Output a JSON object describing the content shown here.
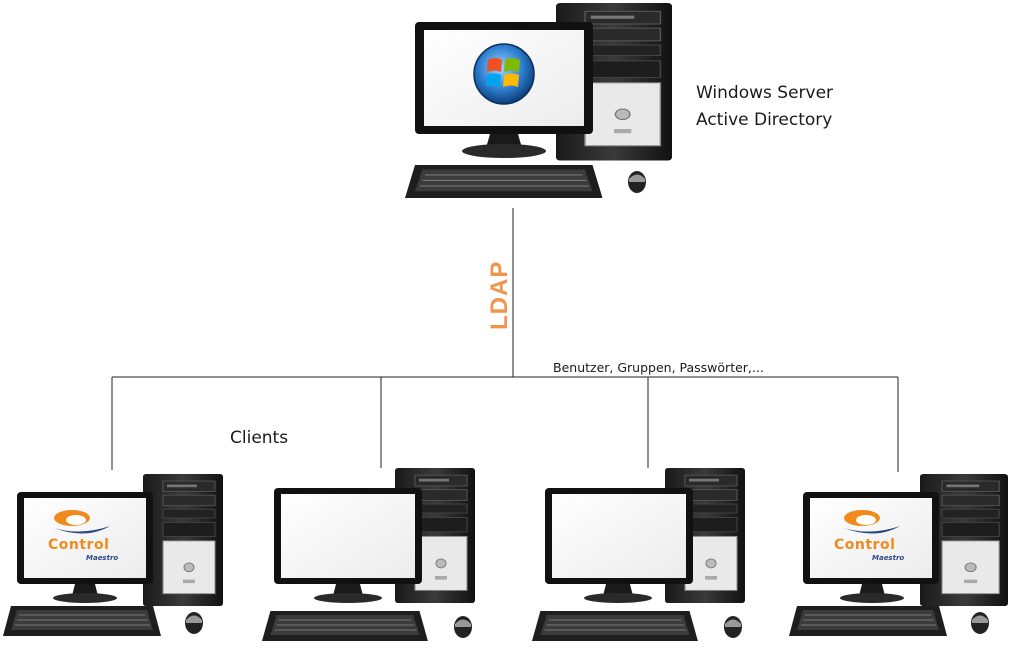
{
  "server": {
    "label_line1": "Windows Server",
    "label_line2": "Active Directory",
    "screen_icon": "windows-logo-icon"
  },
  "connection": {
    "protocol": "LDAP",
    "data_label": "Benutzer, Gruppen, Passwörter,..."
  },
  "clients": {
    "label": "Clients",
    "logo_word": "Control",
    "logo_subword": "Maestro"
  },
  "colors": {
    "accent": "#f0954a",
    "line": "#222222",
    "logo_orange": "#f08a1c",
    "logo_blue": "#2c4a86"
  }
}
